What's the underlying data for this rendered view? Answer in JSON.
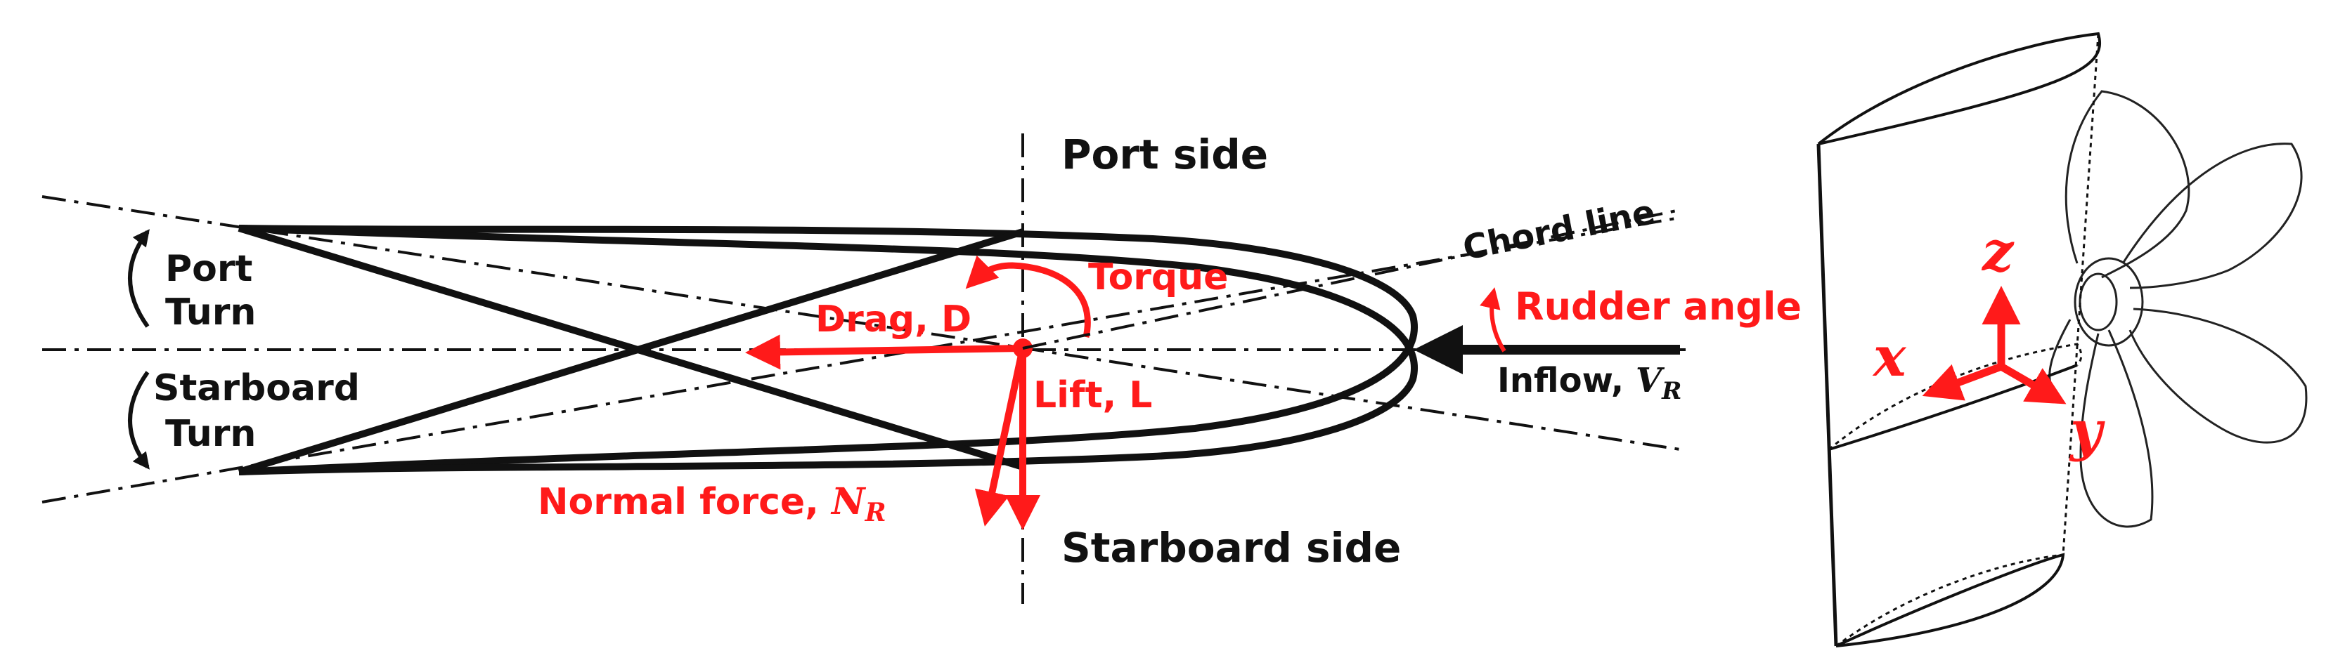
{
  "colors": {
    "accent": "#ff1a1a",
    "ink": "#111111"
  },
  "labels": {
    "port_side": "Port side",
    "starboard_side": "Starboard side",
    "port_turn_1": "Port",
    "port_turn_2": "Turn",
    "starboard_turn_1": "Starboard",
    "starboard_turn_2": "Turn",
    "chord_line": "Chord line",
    "torque": "Torque",
    "rudder_angle": "Rudder angle",
    "drag": "Drag, D",
    "lift": "Lift, L",
    "inflow": "Inflow, ",
    "inflow_symbol": "V",
    "inflow_sub": "R",
    "normal_force": "Normal force, ",
    "normal_symbol": "N",
    "normal_sub": "R",
    "axis_x": "x",
    "axis_y": "y",
    "axis_z": "z"
  }
}
